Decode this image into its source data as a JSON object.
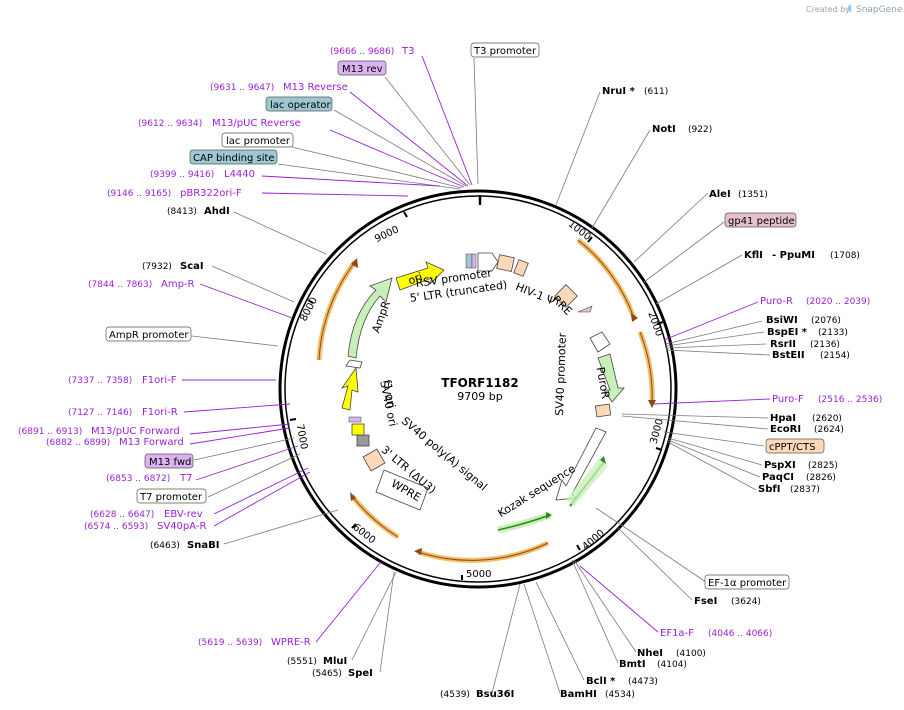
{
  "brand": {
    "created_by": "Created by",
    "name": "SnapGene"
  },
  "plasmid": {
    "name": "TFORF1182",
    "length": "9709 bp"
  },
  "ticks": [
    "1000",
    "2000",
    "3000",
    "4000",
    "5000",
    "6000",
    "7000",
    "8000",
    "9000"
  ],
  "sites_right": [
    {
      "name": "NruI *",
      "pos": "(611)"
    },
    {
      "name": "NotI",
      "pos": "(922)"
    },
    {
      "name": "AleI",
      "pos": "(1351)"
    },
    {
      "name": "KflI",
      "extra": "- PpuMI",
      "pos": "(1708)"
    },
    {
      "name": "BsiWI",
      "pos": "(2076)"
    },
    {
      "name": "BspEI *",
      "pos": "(2133)"
    },
    {
      "name": "RsrII",
      "pos": "(2136)"
    },
    {
      "name": "BstEII",
      "pos": "(2154)"
    },
    {
      "name": "HpaI",
      "pos": "(2620)"
    },
    {
      "name": "EcoRI",
      "pos": "(2624)"
    },
    {
      "name": "PspXI",
      "pos": "(2825)"
    },
    {
      "name": "PaqCI",
      "pos": "(2826)"
    },
    {
      "name": "SbfI",
      "pos": "(2837)"
    },
    {
      "name": "FseI",
      "pos": "(3624)"
    },
    {
      "name": "NheI",
      "pos": "(4100)"
    },
    {
      "name": "BmtI",
      "pos": "(4104)"
    },
    {
      "name": "BclI *",
      "pos": "(4473)"
    },
    {
      "name": "BamHI",
      "pos": "(4534)"
    },
    {
      "name": "Bsu36I",
      "pos": "(4539)"
    }
  ],
  "sites_left": [
    {
      "name": "AhdI",
      "pos": "(8413)"
    },
    {
      "name": "ScaI",
      "pos": "(7932)"
    },
    {
      "name": "SnaBI",
      "pos": "(6463)"
    },
    {
      "name": "MluI",
      "pos": "(5551)"
    },
    {
      "name": "SpeI",
      "pos": "(5465)"
    }
  ],
  "primers": [
    {
      "name": "T3",
      "pos": "(9666 .. 9686)"
    },
    {
      "name": "M13 Reverse",
      "pos": "(9631 .. 9647)"
    },
    {
      "name": "M13/pUC Reverse",
      "pos": "(9612 .. 9634)"
    },
    {
      "name": "L4440",
      "pos": "(9399 .. 9416)"
    },
    {
      "name": "pBR322ori-F",
      "pos": "(9146 .. 9165)"
    },
    {
      "name": "Amp-R",
      "pos": "(7844 .. 7863)"
    },
    {
      "name": "F1ori-F",
      "pos": "(7337 .. 7358)"
    },
    {
      "name": "F1ori-R",
      "pos": "(7127 .. 7146)"
    },
    {
      "name": "M13/pUC Forward",
      "pos": "(6891 .. 6913)"
    },
    {
      "name": "M13 Forward",
      "pos": "(6882 .. 6899)"
    },
    {
      "name": "T7",
      "pos": "(6853 .. 6872)"
    },
    {
      "name": "EBV-rev",
      "pos": "(6628 .. 6647)"
    },
    {
      "name": "SV40pA-R",
      "pos": "(6574 .. 6593)"
    },
    {
      "name": "WPRE-R",
      "pos": "(5619 .. 5639)"
    },
    {
      "name": "Puro-R",
      "pos": "(2020 .. 2039)"
    },
    {
      "name": "Puro-F",
      "pos": "(2516 .. 2536)"
    },
    {
      "name": "EF1a-F",
      "pos": "(4046 .. 4066)"
    }
  ],
  "boxed_features": {
    "m13_rev": "M13 rev",
    "t3_promoter": "T3 promoter",
    "lac_operator": "lac operator",
    "lac_promoter": "lac promoter",
    "cap_site": "CAP binding site",
    "gp41": "gp41 peptide",
    "ampr_promoter": "AmpR promoter",
    "m13_fwd": "M13 fwd",
    "t7_promoter": "T7 promoter",
    "cppt": "cPPT/CTS",
    "ef1a_promoter": "EF-1α promoter"
  },
  "inner_features": {
    "rsv": "RSV promoter",
    "ltr5": "5' LTR (truncated)",
    "hiv": "HIV-1 Ψ",
    "rre": "RRE",
    "puror": "PuroR",
    "sv40prom": "SV40 promoter",
    "kozak": "Kozak sequence",
    "wpre": "WPRE",
    "ltr3": "3' LTR (ΔU3)",
    "sv40polya": "SV40 poly(A) signal",
    "sv40ori": "SV40 ori",
    "f1ori": "f1 ori",
    "ampr": "AmpR",
    "ori": "ori"
  },
  "colors": {
    "primer": "#9b1fd6",
    "feature_orange": "#fbd9b8",
    "cds_green": "#c9f0b8",
    "ori_yellow": "#ffff00",
    "blue_box": "#9cc8d2",
    "purple_box": "#dcb3f2",
    "pink_box": "#e6c0cc",
    "orange_box": "#fbd9b8",
    "orf_arrow": "#f0a020"
  }
}
